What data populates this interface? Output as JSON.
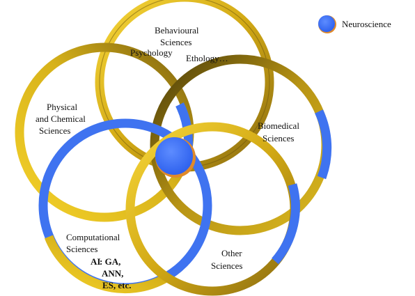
{
  "colors": {
    "gold": "#d8b214",
    "gold_light": "#f2cf1a",
    "gold_dark": "#8a6c10",
    "olive": "#5b4a0c",
    "blue": "#3f73f0",
    "hub_rim": "#e08a2a",
    "background": "#ffffff"
  },
  "legend": {
    "label": "Neuroscience",
    "icon": "blue-circle"
  },
  "labels": {
    "behavioural": [
      "Behavioural",
      "Sciences"
    ],
    "psychology": "Psychology",
    "ethology": "Ethology…",
    "physical": [
      "Physical",
      "and Chemical",
      "Sciences"
    ],
    "biomedical": [
      "Biomedical",
      "Sciences"
    ],
    "computational": [
      "Computational",
      "Sciences"
    ],
    "ai_prefix": "AI",
    "ai_list": [
      ": GA,",
      "ANN,",
      "ES, etc."
    ],
    "other": [
      "Other",
      "Sciences"
    ]
  }
}
